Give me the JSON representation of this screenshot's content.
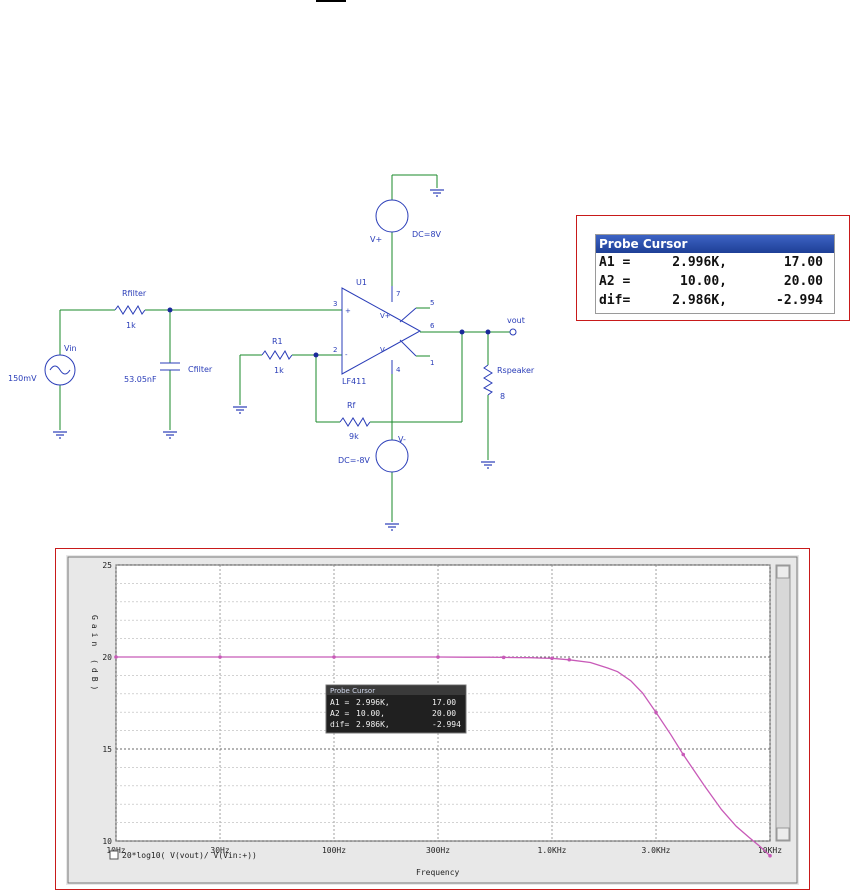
{
  "schematic": {
    "rfilter_name": "Rfilter",
    "rfilter_value": "1k",
    "cfilter_name": "Cfilter",
    "cfilter_value": "53.05nF",
    "vin_name": "Vin",
    "vin_value": "150mV",
    "r1_name": "R1",
    "r1_value": "1k",
    "rf_name": "Rf",
    "rf_value": "9k",
    "opamp_name": "U1",
    "opamp_model": "LF411",
    "vplus_name": "V+",
    "vplus_value": "DC=8V",
    "vminus_name": "V-",
    "vminus_value": "DC=-8V",
    "rspeaker_name": "Rspeaker",
    "rspeaker_value": "8",
    "vout_label": "vout",
    "pins": {
      "p3": "3",
      "p2": "2",
      "p7": "7",
      "p4": "4",
      "p5": "5",
      "p6": "6",
      "p1": "1",
      "vplus": "V+",
      "vminus": "V-"
    }
  },
  "probe_cursor": {
    "title": "Probe Cursor",
    "rows": [
      {
        "label": "A1 =",
        "x": "2.996K,",
        "y": "17.00"
      },
      {
        "label": "A2 =",
        "x": "10.00,",
        "y": "20.00"
      },
      {
        "label": "dif=",
        "x": "2.986K,",
        "y": "-2.994"
      }
    ]
  },
  "chart_data": {
    "type": "line",
    "xscale": "log",
    "xlim": [
      10,
      10000
    ],
    "ylim": [
      10,
      25
    ],
    "ylabel": "Gain (dB)",
    "xlabel": "Frequency",
    "x_ticks": [
      "10Hz",
      "30Hz",
      "100Hz",
      "300Hz",
      "1.0KHz",
      "3.0KHz",
      "10KHz"
    ],
    "x_tick_values": [
      10,
      30,
      100,
      300,
      1000,
      3000,
      10000
    ],
    "y_ticks": [
      "10",
      "15",
      "20",
      "25"
    ],
    "y_tick_values": [
      10,
      15,
      20,
      25
    ],
    "legend": "20*log10( V(vout)/ V(Vin:+))",
    "grid": true,
    "x": [
      10,
      13,
      20,
      30,
      50,
      80,
      100,
      150,
      200,
      300,
      400,
      500,
      600,
      700,
      800,
      900,
      1000,
      1200,
      1500,
      1800,
      2000,
      2300,
      2600,
      2996,
      3500,
      4000,
      5000,
      6000,
      7000,
      8000,
      9000,
      10000
    ],
    "y": [
      20.0,
      20.0,
      20.0,
      20.0,
      20.0,
      20.0,
      20.0,
      20.0,
      20.0,
      20.0,
      19.99,
      19.99,
      19.98,
      19.97,
      19.96,
      19.94,
      19.93,
      19.85,
      19.7,
      19.4,
      19.2,
      18.7,
      18.05,
      17.0,
      15.8,
      14.7,
      13.0,
      11.7,
      10.8,
      10.2,
      9.7,
      9.2
    ],
    "marker_x": [
      10,
      30,
      100,
      300,
      600,
      1000,
      1200,
      3000,
      4000,
      10000
    ],
    "mini_cursor": {
      "title": "Probe Cursor",
      "rows": [
        {
          "label": "A1 =",
          "x": "2.996K,",
          "y": "17.00"
        },
        {
          "label": "A2 =",
          "x": "10.00,",
          "y": "20.00"
        },
        {
          "label": "dif=",
          "x": "2.986K,",
          "y": "-2.994"
        }
      ]
    },
    "series_color": "#c85ab8"
  }
}
